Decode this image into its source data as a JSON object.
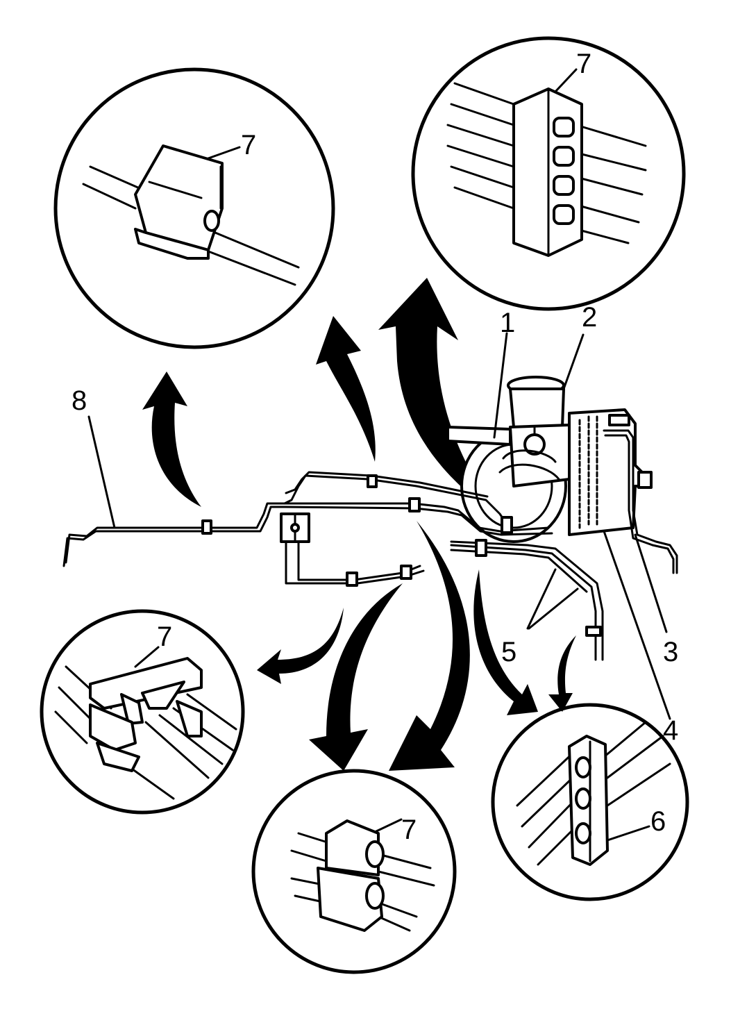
{
  "callouts": {
    "c1": "1",
    "c2": "2",
    "c3": "3",
    "c4": "4",
    "c5": "5",
    "c6": "6",
    "c7a": "7",
    "c7b": "7",
    "c7c": "7",
    "c7d": "7",
    "c8": "8"
  },
  "colors": {
    "ink": "#000000",
    "paper": "#ffffff"
  }
}
